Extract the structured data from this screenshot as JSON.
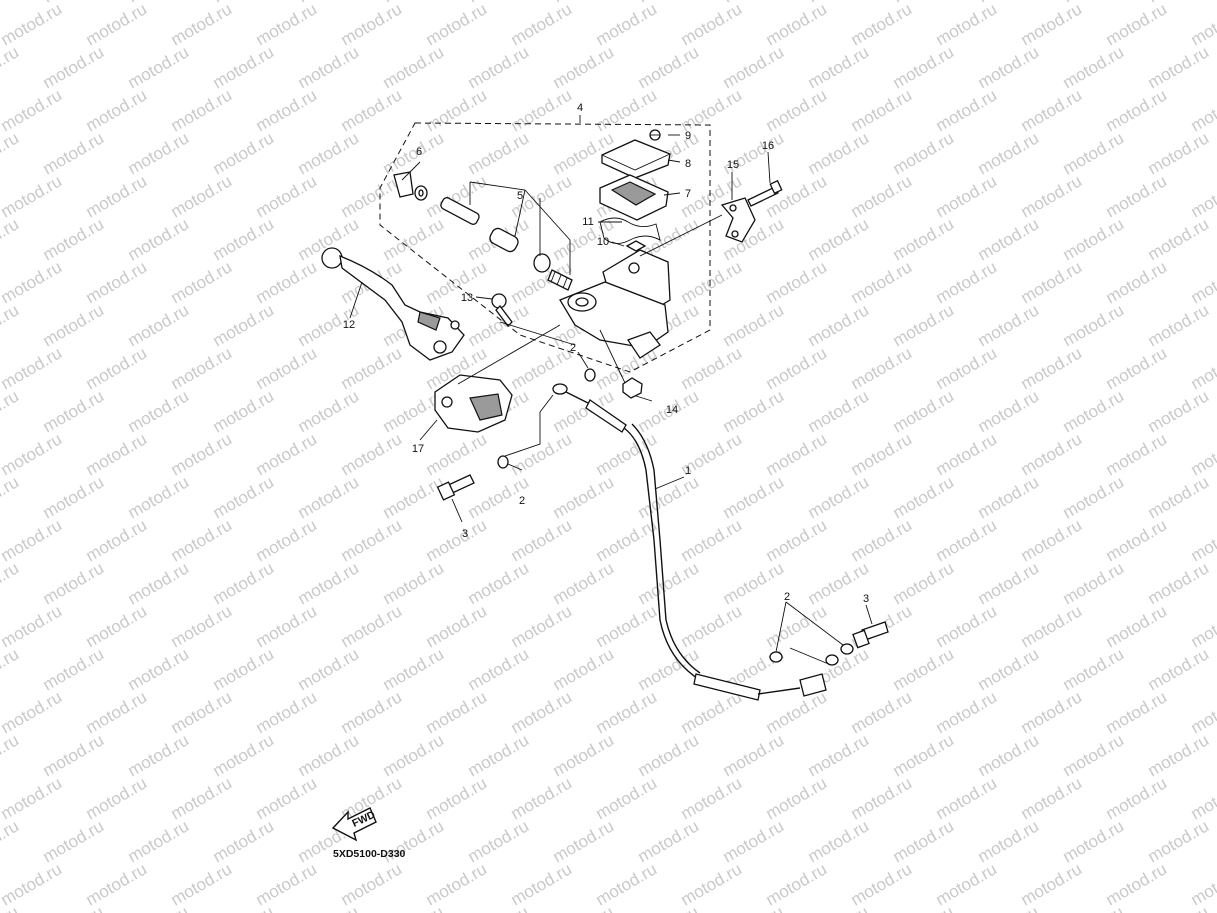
{
  "watermark": "motod.ru",
  "diagram_code": "5XD5100-D330",
  "fwd_label": "FWD",
  "callouts": {
    "c1": "1",
    "c2a": "2",
    "c2b": "2",
    "c2c": "2",
    "c3a": "3",
    "c3b": "3",
    "c4": "4",
    "c5": "5",
    "c6": "6",
    "c7": "7",
    "c8": "8",
    "c9": "9",
    "c10": "10",
    "c11": "11",
    "c12": "12",
    "c13": "13",
    "c14": "14",
    "c15": "15",
    "c16": "16",
    "c17": "17"
  }
}
